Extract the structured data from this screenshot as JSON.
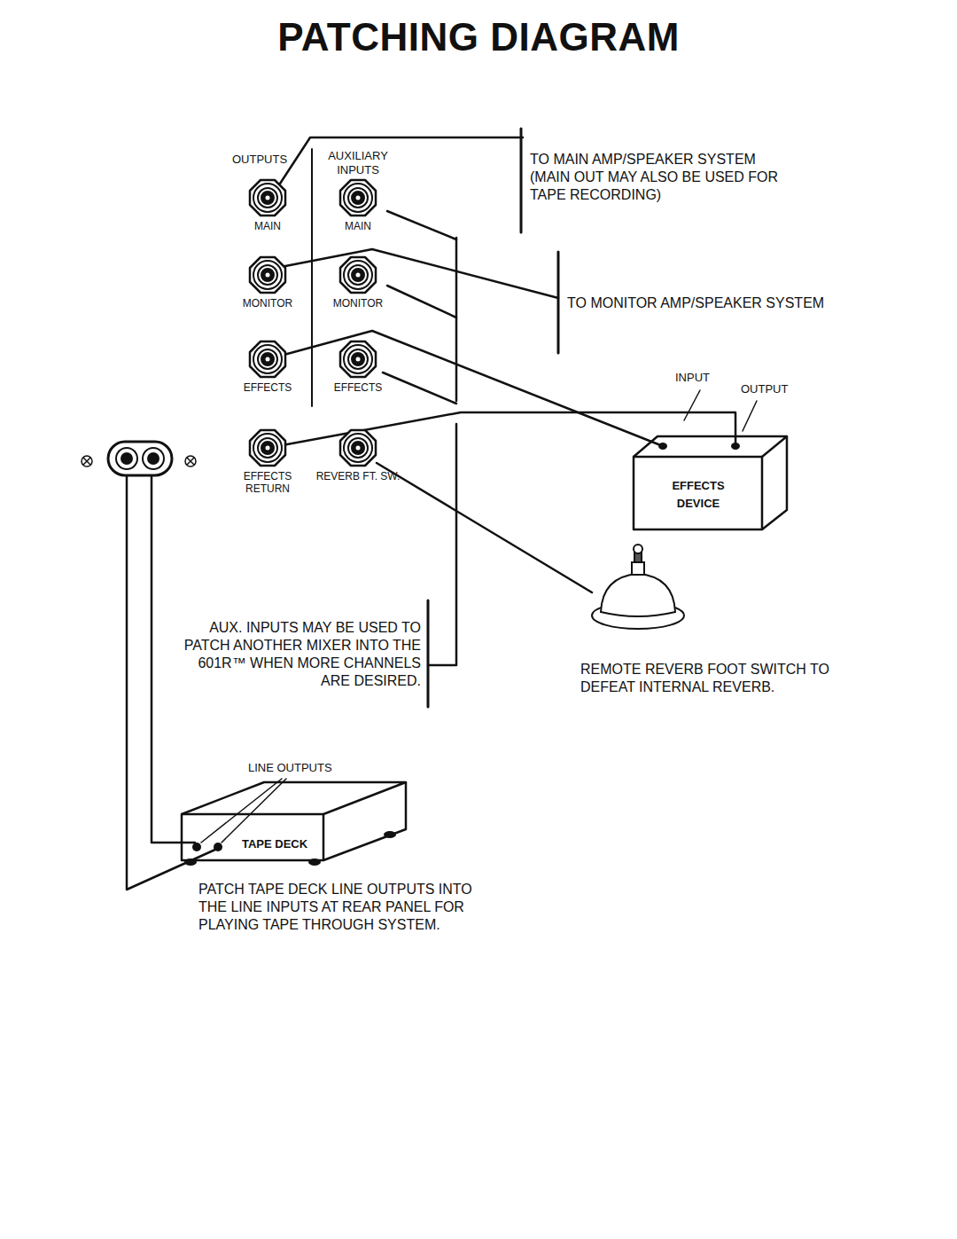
{
  "diagram": {
    "title": "PATCHING DIAGRAM",
    "nodes": [
      {
        "text": [
          "MAIN"
        ]
      },
      {
        "text": [
          "MAIN"
        ]
      },
      {
        "text": [
          "MONITOR"
        ]
      },
      {
        "text": [
          "MONITOR"
        ]
      },
      {
        "text": [
          "EFFECTS"
        ]
      },
      {
        "text": [
          "EFFECTS"
        ]
      },
      {
        "text": [
          "EFFECTS RETURN"
        ]
      },
      {
        "text": [
          "REVERB FT. SW."
        ]
      },
      {
        "text": [
          "EFFECTS DEVICE"
        ]
      },
      {
        "text": [
          "TAPE DECK"
        ]
      }
    ],
    "edges": [
      {
        "from": 4,
        "to": 8,
        "arrow": "none"
      },
      {
        "from": 8,
        "to": 6,
        "arrow": "none"
      }
    ],
    "labels": [
      "OUTPUTS",
      "AUXILIARY INPUTS",
      "TO MAIN AMP/SPEAKER SYSTEM (MAIN OUT MAY ALSO BE USED FOR TAPE RECORDING)",
      "TO MONITOR AMP/SPEAKER SYSTEM",
      "INPUT",
      "OUTPUT",
      "AUX. INPUTS MAY BE USED TO PATCH ANOTHER MIXER INTO THE 601R™ WHEN MORE CHANNELS ARE DESIRED.",
      "REMOTE REVERB FOOT SWITCH TO DEFEAT INTERNAL REVERB.",
      "LINE OUTPUTS",
      "PATCH TAPE DECK LINE OUTPUTS INTO THE LINE INPUTS AT REAR PANEL FOR PLAYING TAPE THROUGH SYSTEM."
    ]
  }
}
